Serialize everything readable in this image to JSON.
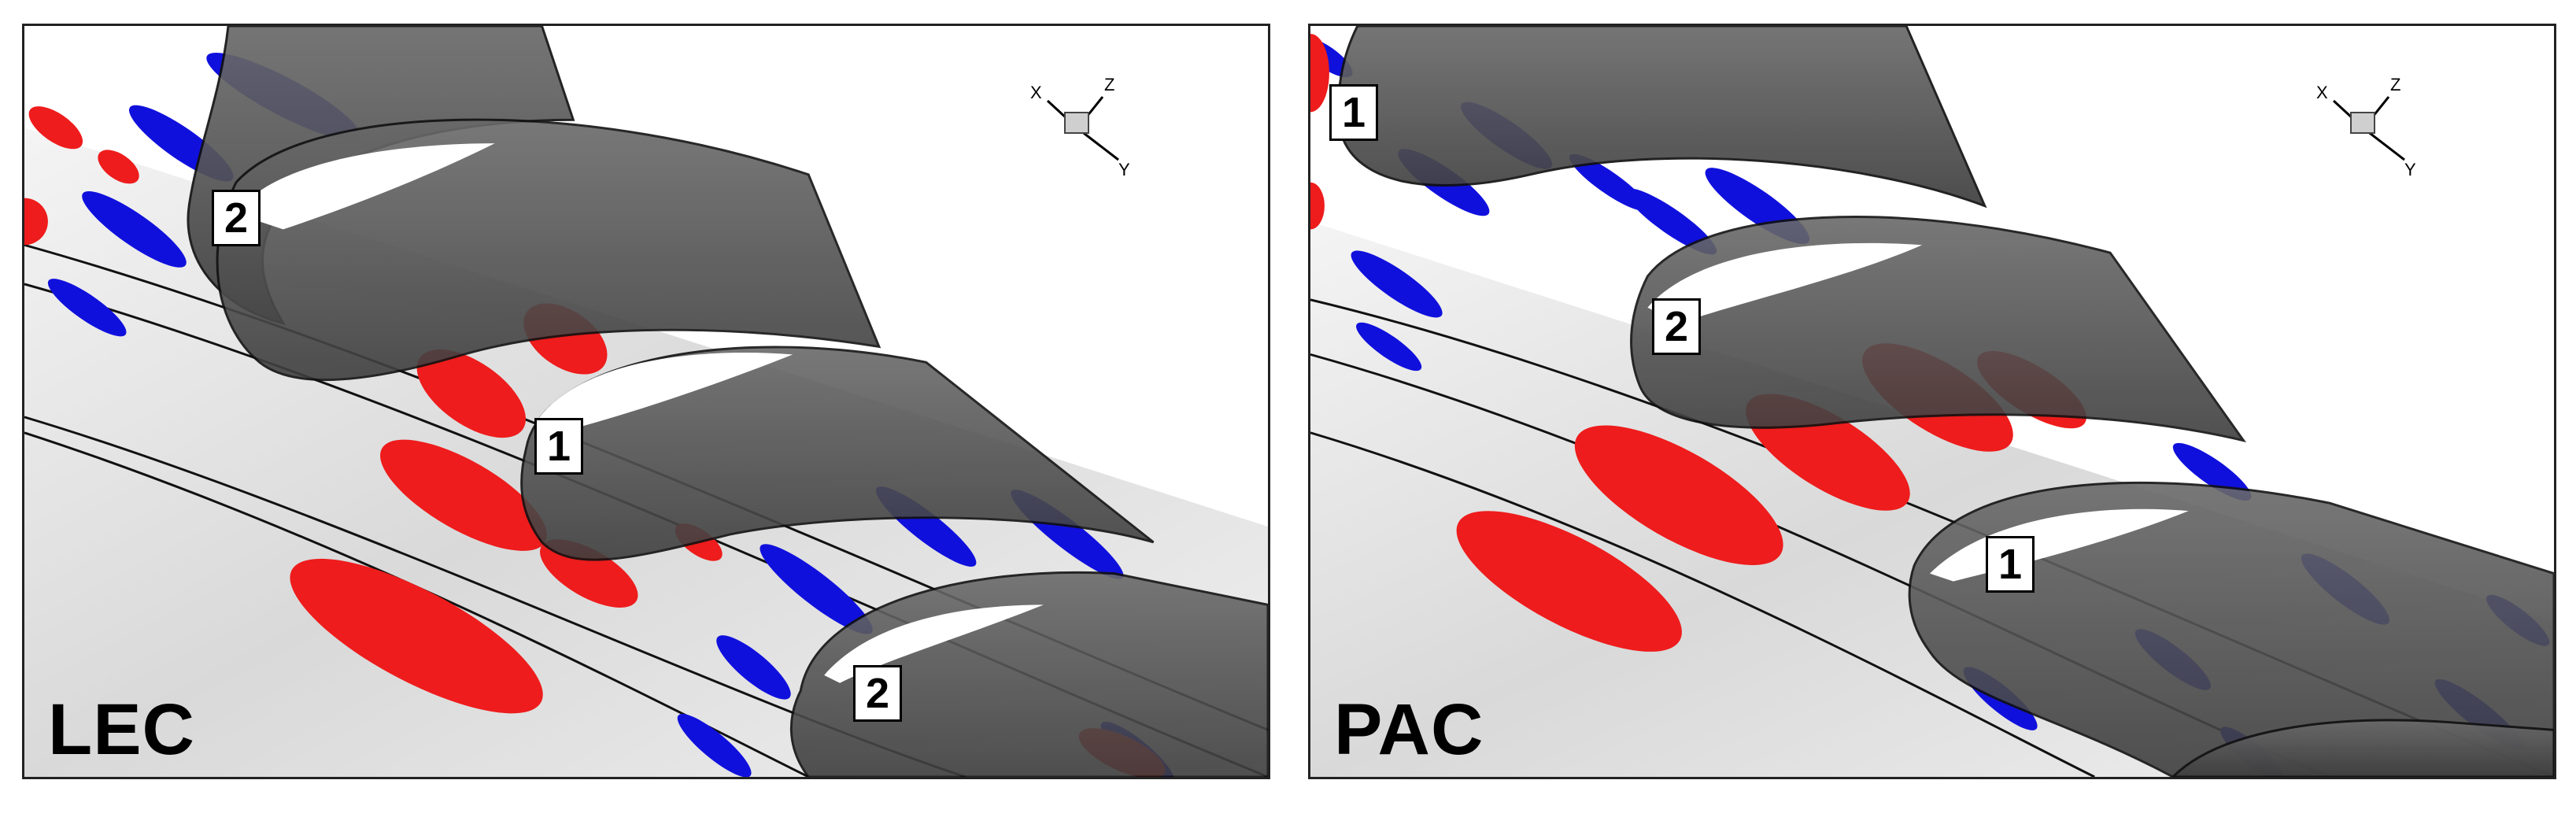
{
  "panels": [
    {
      "label": "LEC",
      "markers": [
        "2",
        "1",
        "2"
      ],
      "axes": {
        "x": "X",
        "y": "Y",
        "z": "Z"
      }
    },
    {
      "label": "PAC",
      "markers": [
        "1",
        "2",
        "1"
      ],
      "axes": {
        "x": "X",
        "y": "Y",
        "z": "Z"
      }
    }
  ],
  "colors": {
    "positive_contour": "#ee1c1c",
    "negative_contour": "#1010dd",
    "blade": "#505050",
    "hub": "#e6e6e6"
  },
  "icons": [
    "axis-triad-icon"
  ]
}
